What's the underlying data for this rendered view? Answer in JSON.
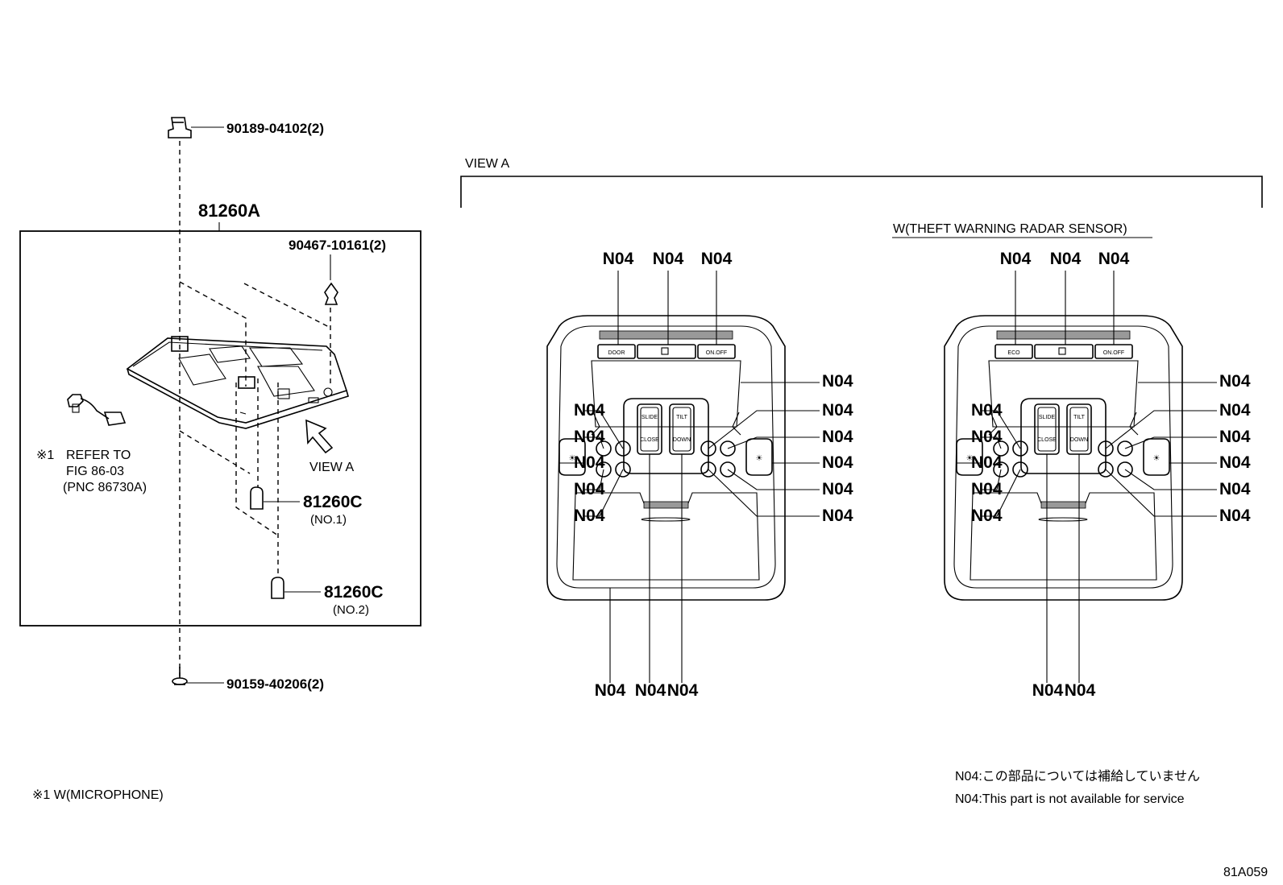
{
  "top_clip": {
    "part_number": "90189-04102(2)"
  },
  "assembly": {
    "part_number": "81260A"
  },
  "clip2": {
    "part_number": "90467-10161(2)"
  },
  "microphone_ref": {
    "mark": "※1",
    "line1": "REFER  TO",
    "line2": "FIG  86-03",
    "line3": "(PNC  86730A)"
  },
  "view_arrow": {
    "label": "VIEW  A"
  },
  "bulb1": {
    "part_number": "81260C",
    "note": "(NO.1)"
  },
  "bulb2": {
    "part_number": "81260C",
    "note": "(NO.2)"
  },
  "screw": {
    "part_number": "90159-40206(2)"
  },
  "view_a": {
    "title": "VIEW  A",
    "variant_label": "W(THEFT  WARNING  RADAR  SENSOR)",
    "callout": "N04",
    "panel_left": {
      "btn_left": "DOOR",
      "btn_right": "ON.OFF",
      "switch1_top": "SLIDE",
      "switch1_bottom": "CLOSE",
      "switch2_top": "TILT",
      "switch2_bottom": "DOWN"
    },
    "panel_right": {
      "btn_left": "ECO",
      "btn_right": "ON.OFF",
      "switch1_top": "SLIDE",
      "switch1_bottom": "CLOSE",
      "switch2_top": "TILT",
      "switch2_bottom": "DOWN"
    }
  },
  "footnote": {
    "text": "※1 W(MICROPHONE)"
  },
  "note": {
    "jp": "N04:この部品については補給していません",
    "en": "N04:This part is not available for service"
  },
  "figure_id": "81A059"
}
